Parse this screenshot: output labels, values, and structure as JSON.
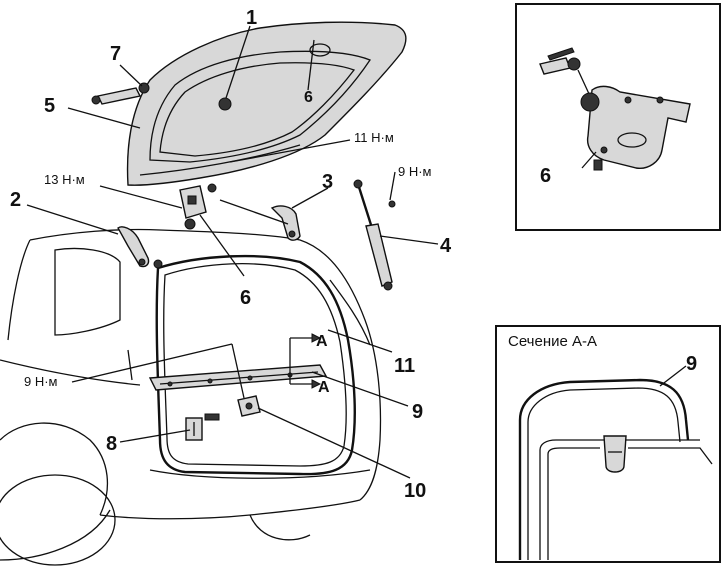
{
  "callouts": {
    "n1": "1",
    "n2": "2",
    "n3": "3",
    "n4": "4",
    "n5": "5",
    "n6_main": "6",
    "n6_tailgate": "6",
    "n6_inset": "6",
    "n7": "7",
    "n8": "8",
    "n9_main": "9",
    "n9_section": "9",
    "n10": "10",
    "n11": "11"
  },
  "torques": {
    "t11": "11 Н·м",
    "t13": "13 Н·м",
    "t9_upper": "9 Н·м",
    "t9_lower": "9 Н·м"
  },
  "section_markers": {
    "a_upper": "A",
    "a_lower": "A"
  },
  "section_view": {
    "title": "Сечение А-А"
  }
}
